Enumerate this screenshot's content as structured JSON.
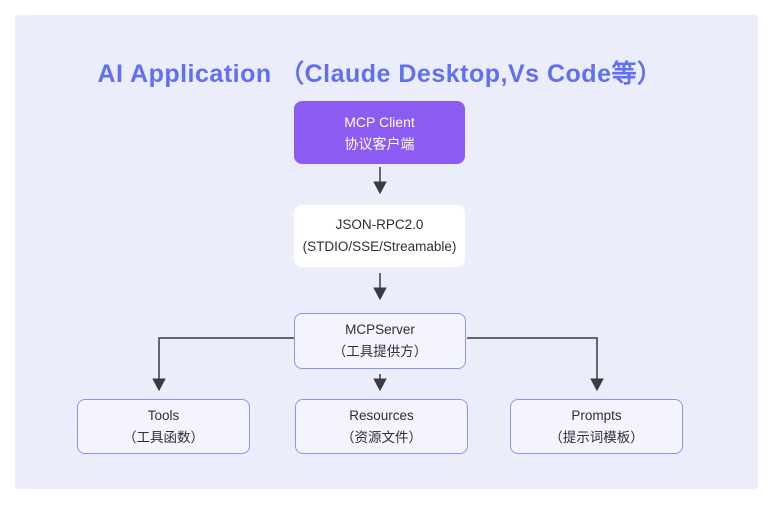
{
  "title": "AI Application （Claude Desktop,Vs Code等）",
  "nodes": {
    "client": {
      "line1": "MCP Client",
      "line2": "协议客户端"
    },
    "transport": {
      "line1": "JSON-RPC2.0",
      "line2": "(STDIO/SSE/Streamable)"
    },
    "server": {
      "line1": "MCPServer",
      "line2": "（工具提供方）"
    },
    "tools": {
      "line1": "Tools",
      "line2": "（工具函数）"
    },
    "resources": {
      "line1": "Resources",
      "line2": "（资源文件）"
    },
    "prompts": {
      "line1": "Prompts",
      "line2": "（提示词模板）"
    }
  },
  "colors": {
    "panel_background": "#ecedfa",
    "title_text": "#6170f0",
    "client_box_fill": "#8c5bf1",
    "client_box_text": "#ffffff",
    "transport_box_fill": "#ffffff",
    "outlined_box_fill": "#f3f4fd",
    "outlined_box_border": "#8b96f3",
    "body_text": "#2e2e36",
    "arrow": "#3a3a40"
  }
}
